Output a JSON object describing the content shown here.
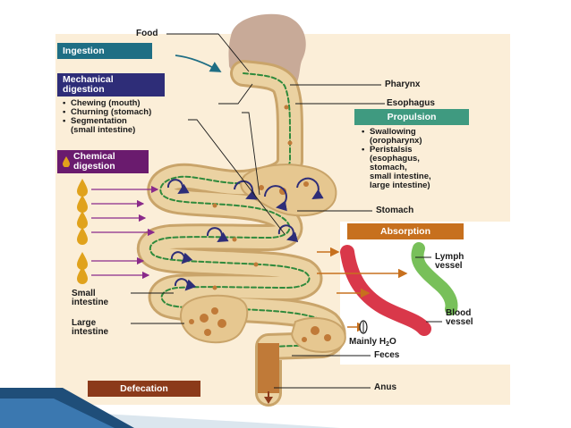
{
  "labels": {
    "food": "Food",
    "pharynx": "Pharynx",
    "esophagus": "Esophagus",
    "stomach": "Stomach",
    "lymph_vessel_1": "Lymph",
    "lymph_vessel_2": "vessel",
    "small_intestine_1": "Small",
    "small_intestine_2": "intestine",
    "large_intestine_1": "Large",
    "large_intestine_2": "intestine",
    "blood_vessel_1": "Blood",
    "blood_vessel_2": "vessel",
    "mainly_h2o_prefix": "Mainly H",
    "mainly_h2o_sub": "2",
    "mainly_h2o_suffix": "O",
    "feces": "Feces",
    "anus": "Anus"
  },
  "process_boxes": {
    "ingestion": "Ingestion",
    "mechanical_1": "Mechanical",
    "mechanical_2": "digestion",
    "chemical_1": "Chemical",
    "chemical_2": "digestion",
    "propulsion": "Propulsion",
    "absorption": "Absorption",
    "defecation": "Defecation"
  },
  "mechanical_list": [
    "Chewing (mouth)",
    "Churning (stomach)",
    "Segmentation",
    "(small intestine)"
  ],
  "propulsion_list": [
    "Swallowing",
    "(oropharynx)",
    "Peristalsis",
    "(esophagus,",
    "stomach,",
    "small intestine,",
    "large intestine)"
  ],
  "colors": {
    "ingestion_box": "#1f6e84",
    "mechanical_box": "#2e2d78",
    "chemical_box": "#6a1b6e",
    "propulsion_box": "#3f9a80",
    "absorption_box": "#c7701e",
    "defecation_box": "#8b3a1a",
    "tract_fill": "#e6c790",
    "tract_edge": "#c9a46a",
    "nerve_green": "#2f8a3c",
    "blood_red": "#d9384a",
    "lymph_green": "#78c05a",
    "enzyme_drop": "#e0a21c",
    "arrow_purple": "#8a2a8a"
  },
  "icons": [
    "enzyme-drop-icon",
    "churn-arrow-icon",
    "water-drop-icon",
    "down-arrow-icon"
  ]
}
